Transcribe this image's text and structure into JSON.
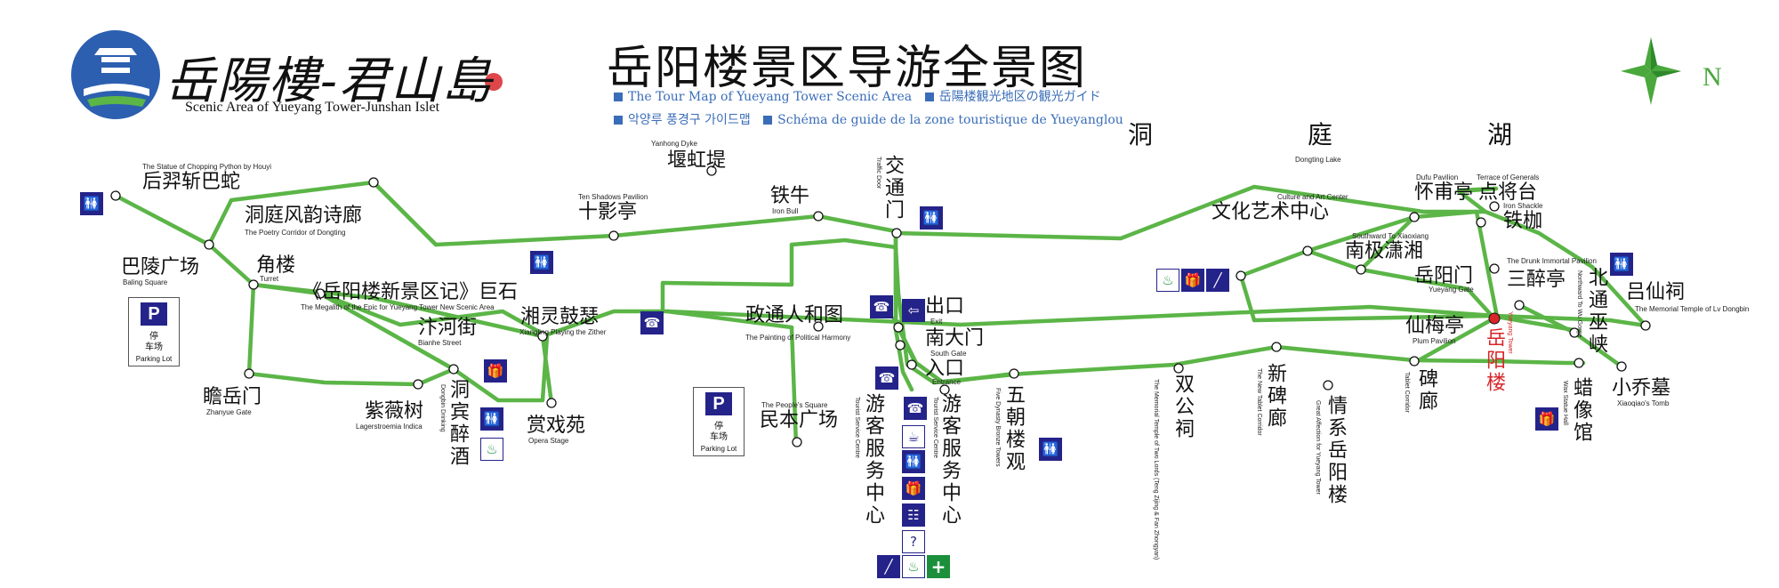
{
  "header": {
    "logo_text": "岳陽樓-君山島",
    "logo_subtitle": "Scenic Area of Yueyang Tower-Junshan Islet",
    "title": "岳阳楼景区导游全景图",
    "subtitle_en": "The Tour Map of Yueyang Tower Scenic Area",
    "subtitle_jp": "岳陽楼観光地区の観光ガイド",
    "subtitle_kr": "악양루 풍경구 가이드맵",
    "subtitle_fr": "Schéma de guide de la zone touristique de Yueyanglou",
    "north_label": "N"
  },
  "lake": {
    "c1": "洞",
    "c2": "庭",
    "c3": "湖",
    "en": "Dongting Lake"
  },
  "places": {
    "houyi": {
      "cn": "后羿斩巴蛇",
      "en": "The Statue of Chopping Python by Houyi"
    },
    "poetry": {
      "cn": "洞庭风韵诗廊",
      "en": "The Poetry Corridor of Dongting"
    },
    "baling": {
      "cn": "巴陵广场",
      "en": "Baling Square"
    },
    "turret": {
      "cn": "角楼",
      "en": "Turret"
    },
    "megalith": {
      "cn": "《岳阳楼新景区记》巨石",
      "en": "The Megalith of the Epic for Yueyang Tower New Scenic Area"
    },
    "bianhe": {
      "cn": "汴河街",
      "en": "Bianhe Street"
    },
    "xiangling": {
      "cn": "湘灵鼓瑟",
      "en": "Xiangling Playing the Zither"
    },
    "zhanyue": {
      "cn": "瞻岳门",
      "en": "Zhanyue Gate"
    },
    "lagerstroemia": {
      "cn": "紫薇树",
      "en": "Lagerstroemia Indica"
    },
    "dongbin": {
      "cn": "洞宾醉酒",
      "en": "Dongbin Drinking"
    },
    "opera": {
      "cn": "赏戏苑",
      "en": "Opera Stage"
    },
    "yanhong": {
      "cn": "堰虹堤",
      "en": "Yanhong Dyke"
    },
    "shiying": {
      "cn": "十影亭",
      "en": "Ten Shadows Pavilion"
    },
    "tieniu": {
      "cn": "铁牛",
      "en": "Iron Bull"
    },
    "traffic": {
      "cn": "交通门",
      "en": "Traffic Door"
    },
    "painting": {
      "cn": "政通人和图",
      "en": "The Painting of Political Harmony"
    },
    "exit": {
      "cn": "出口",
      "en": "Exit"
    },
    "southgate": {
      "cn": "南大门",
      "en": "South Gate"
    },
    "entrance": {
      "cn": "入口",
      "en": "Entrance"
    },
    "peoples": {
      "cn": "民本广场",
      "en": "The People's Square"
    },
    "tourist_l": {
      "cn": "游客服务中心",
      "en": "Tourist Service Centre"
    },
    "tourist_r": {
      "cn": "游客服务中心",
      "en": "Tourist Service Centre"
    },
    "wuchao": {
      "cn": "五朝楼观",
      "en": "Five Dynasty Bronze Towers"
    },
    "shuanggong": {
      "cn": "双公祠",
      "en": "The Memorial Temple of Two Lords (Teng Zijing & Fan Zhongyan)"
    },
    "xinbei": {
      "cn": "新碑廊",
      "en": "The New Tablet Corridor"
    },
    "qingxi": {
      "cn": "情系岳阳楼",
      "en": "Great Affection for Yueyang Tower"
    },
    "culture": {
      "cn": "文化艺术中心",
      "en": "Culture and Art Center"
    },
    "dufu": {
      "cn": "怀甫亭",
      "en": "Dufu Pavilion"
    },
    "dianjiang": {
      "cn": "点将台",
      "en": "Terrace of Generals"
    },
    "tiejia": {
      "cn": "铁枷",
      "en": "Iron Shackle"
    },
    "nanji": {
      "cn": "南极潇湘",
      "en": "Southward To Xiaoxiang"
    },
    "yygate": {
      "cn": "岳阳门",
      "en": "Yueyang Gate"
    },
    "sanzui": {
      "cn": "三醉亭",
      "en": "The Drunk Immortal Pavilion"
    },
    "beitong": {
      "cn": "北通巫峡",
      "en": "Northward To Wu Gorge"
    },
    "lvxian": {
      "cn": "吕仙祠",
      "en": "The Memorial Temple of Lv Dongbin"
    },
    "meixian": {
      "cn": "仙梅亭",
      "en": "Plum Pavilion"
    },
    "beilang": {
      "cn": "碑廊",
      "en": "Tablet Corridor"
    },
    "yytower": {
      "cn": "岳阳楼",
      "en": "Yueyang Tower"
    },
    "waxiang": {
      "cn": "蜡像馆",
      "en": "Wax Statue Hall"
    },
    "xiaoqiao": {
      "cn": "小乔墓",
      "en": "Xiaoqiao's Tomb"
    }
  },
  "parking": {
    "cn_top": "停",
    "cn_bottom": "车场",
    "en": "Parking Lot",
    "letter": "P"
  },
  "colors": {
    "route": "#5bb547",
    "icon": "#24238a",
    "accent_red": "#d8262a",
    "subtitle": "#3a6db8"
  },
  "icons": [
    "toilet-icon",
    "telephone-icon",
    "gift-shop-icon",
    "restaurant-icon",
    "tea-icon",
    "first-aid-icon",
    "information-icon",
    "exit-icon",
    "parking-icon",
    "compass-icon"
  ]
}
